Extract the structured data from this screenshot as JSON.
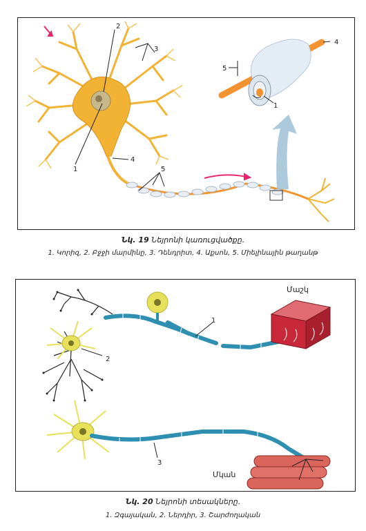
{
  "figure1": {
    "caption_num": "Նկ. 19",
    "caption_title": "Նեյրոնի կառուցվածքը.",
    "legend": "1. Կորիզ, 2. Բջջի մարմինը, 3. Դենդրիտ, 4. Աքսոն, 5. Միելինային թաղանթ",
    "labels": {
      "l1a": "1",
      "l2": "2",
      "l3": "3",
      "l4a": "4",
      "l5a": "5",
      "l4b": "4",
      "l5b": "5",
      "l1b": "1"
    },
    "colors": {
      "neuron": "#f2b233",
      "body": "#d9a02a",
      "axon": "#f39230",
      "sheath": "#d9e8f3",
      "arrow": "#e8266f",
      "big_arrow": "#9fbfd6"
    }
  },
  "figure2": {
    "caption_num": "Նկ. 20",
    "caption_title": "Նեյրոնի տեսակները.",
    "legend": "1. Զգայական, 2. Ներդիր, 3. Շարժողական",
    "labels": {
      "skin": "Մաշկ",
      "muscle": "Մկան",
      "n1": "1",
      "n2": "2",
      "n3": "3"
    },
    "colors": {
      "axon": "#2f8fb1",
      "neuron": "#e6e05a",
      "skin": "#c8283a",
      "muscle": "#d9655d"
    }
  }
}
